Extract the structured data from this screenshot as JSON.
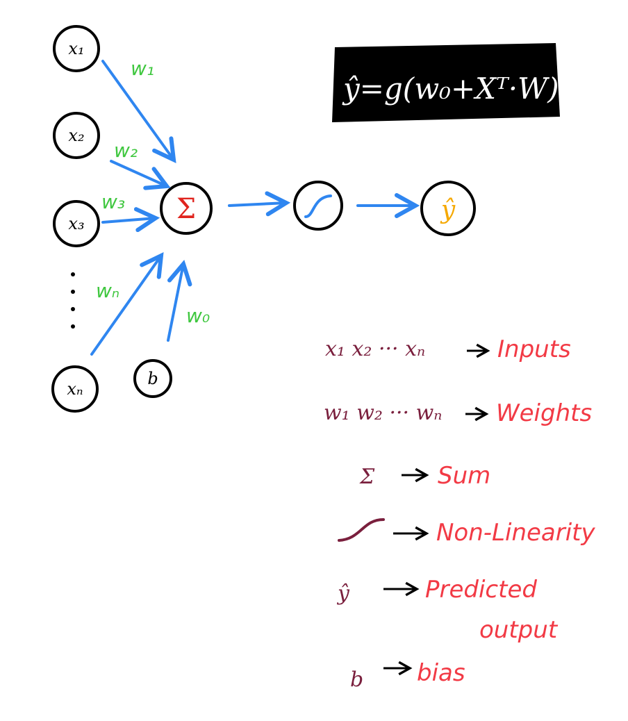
{
  "formula": "ŷ=g(w₀+Xᵀ·W)",
  "colors": {
    "arrow": "#2f86f0",
    "weight": "#3fc73f",
    "sum": "#e0241e",
    "output": "#f5a800",
    "legend_key": "#7a1f3d",
    "legend_value": "#f23a45"
  },
  "nodes": {
    "x1": "x₁",
    "x2": "x₂",
    "x3": "x₃",
    "xn": "xₙ",
    "bias": "b",
    "sum": "Σ",
    "output": "ŷ"
  },
  "weights": {
    "w1": "w₁",
    "w2": "w₂",
    "w3": "w₃",
    "wn": "wₙ",
    "w0": "w₀"
  },
  "legend": [
    {
      "key": "x₁ x₂ ··· xₙ",
      "value": "Inputs"
    },
    {
      "key": "w₁ w₂ ··· wₙ",
      "value": "Weights"
    },
    {
      "key": "Σ",
      "value": "Sum"
    },
    {
      "key": "",
      "value": "Non-Linearity"
    },
    {
      "key": "ŷ",
      "value": "Predicted"
    },
    {
      "key": "",
      "value": "output"
    },
    {
      "key": "b",
      "value": "bias"
    }
  ]
}
